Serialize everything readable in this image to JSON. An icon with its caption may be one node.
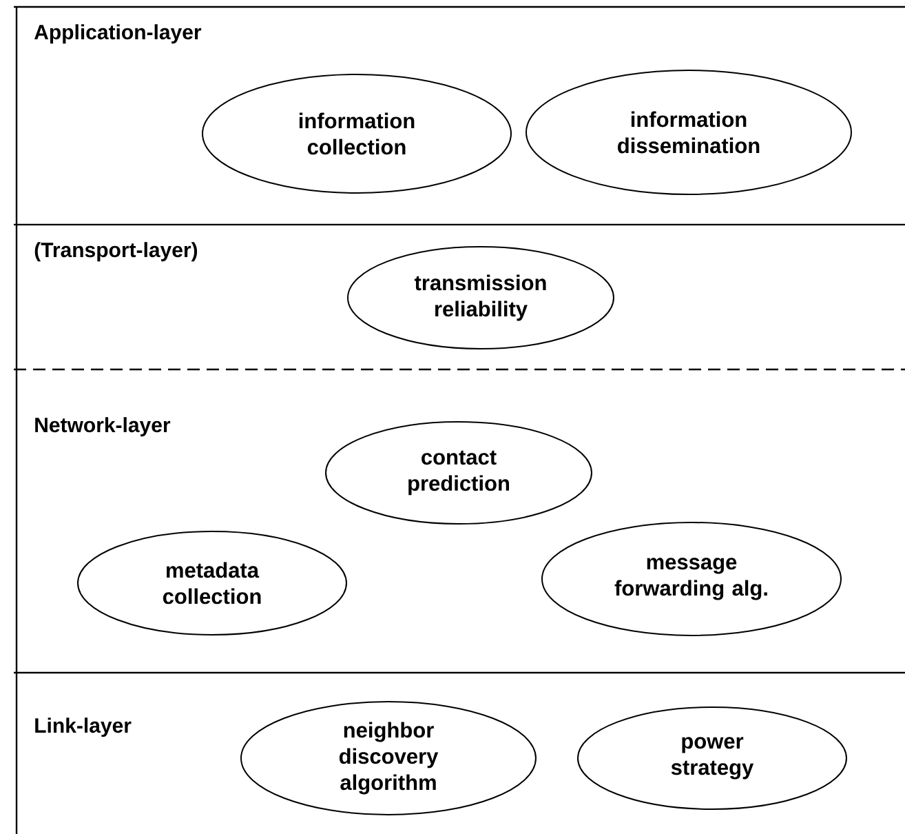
{
  "diagram": {
    "nodes": [
      {
        "text": [
          "Application-layer"
        ]
      },
      {
        "text": [
          "information collection"
        ],
        "in": 0
      },
      {
        "text": [
          "information dissemination"
        ],
        "in": 0
      },
      {
        "text": [
          "(Transport-layer)"
        ]
      },
      {
        "text": [
          "transmission reliability"
        ],
        "in": 3
      },
      {
        "text": [
          "Network-layer"
        ]
      },
      {
        "text": [
          "contact prediction"
        ],
        "in": 5
      },
      {
        "text": [
          "metadata collection"
        ],
        "in": 5
      },
      {
        "text": [
          "message forwarding alg."
        ],
        "in": 5
      },
      {
        "text": [
          "Link-layer"
        ]
      },
      {
        "text": [
          "neighbor discovery algorithm"
        ],
        "in": 9
      },
      {
        "text": [
          "power strategy"
        ],
        "in": 9
      }
    ]
  }
}
